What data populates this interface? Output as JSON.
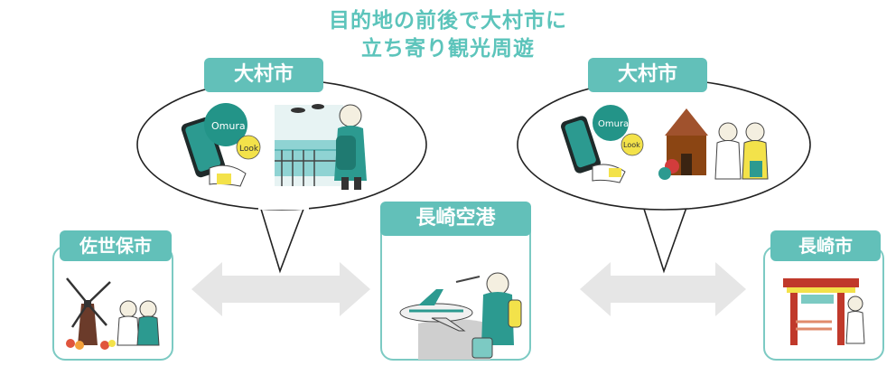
{
  "title": {
    "line1": "目的地の前後で大村市に",
    "line2": "立ち寄り観光周遊"
  },
  "nodes": {
    "sasebo": "佐世保市",
    "airport": "長崎空港",
    "nagasaki": "長崎市"
  },
  "bubbles": {
    "left_label": "大村市",
    "right_label": "大村市",
    "phone_brand": "Omura",
    "look_label": "Look"
  },
  "colors": {
    "accent": "#62c0b9",
    "border": "#7ccac3",
    "title": "#5cc4bb",
    "arrow": "#e6e6e6"
  }
}
